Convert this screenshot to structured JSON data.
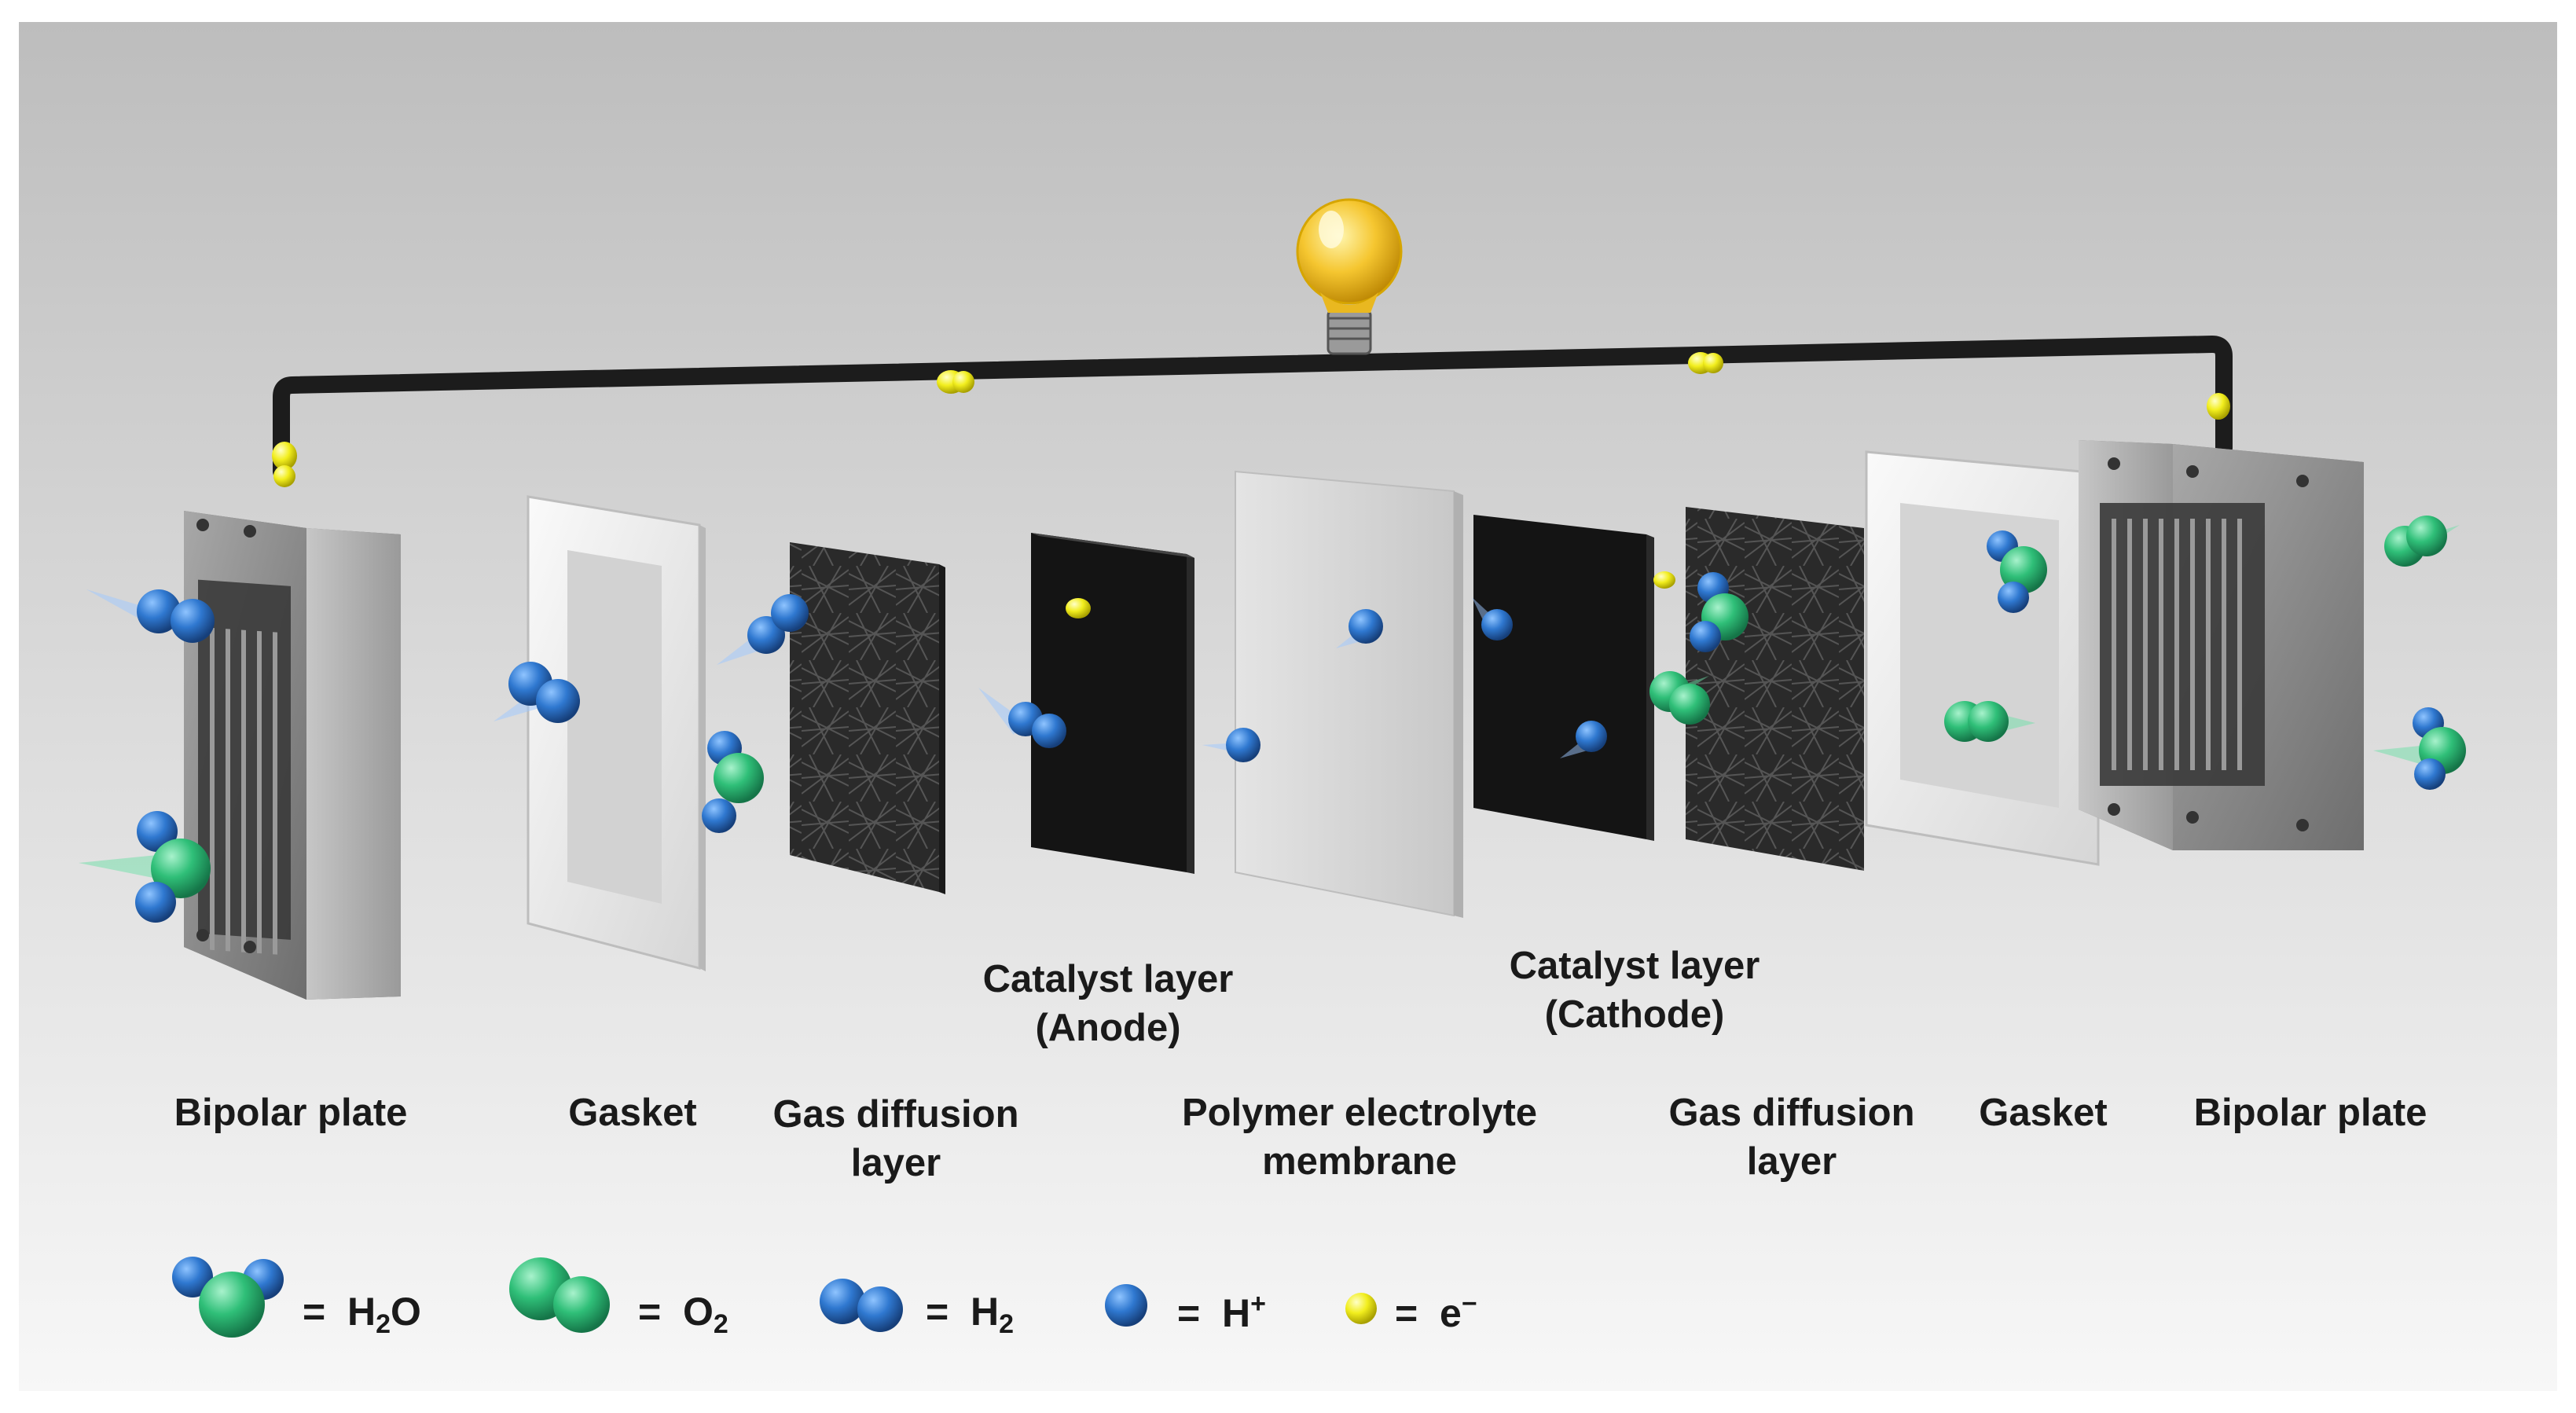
{
  "labels": {
    "bipolar_plate_left": "Bipolar plate",
    "gasket_left": "Gasket",
    "gdl_left": [
      "Gas diffusion",
      "layer"
    ],
    "catalyst_anode": [
      "Catalyst layer",
      "(Anode)"
    ],
    "membrane": [
      "Polymer electrolyte",
      "membrane"
    ],
    "catalyst_cathode": [
      "Catalyst layer",
      "(Cathode)"
    ],
    "gdl_right": [
      "Gas diffusion",
      "layer"
    ],
    "gasket_right": "Gasket",
    "bipolar_plate_right": "Bipolar plate"
  },
  "legend": {
    "eq": "=",
    "h2o": {
      "main": "H",
      "sub": "2",
      "tail": "O"
    },
    "o2": {
      "main": "O",
      "sub": "2"
    },
    "h2": {
      "main": "H",
      "sub": "2"
    },
    "hplus": {
      "main": "H",
      "sup": "+"
    },
    "electron": {
      "main": "e",
      "sup": "−"
    }
  },
  "colors": {
    "hydrogen_blue": "#2f78d0",
    "oxygen_green": "#2fbf78",
    "electron_yellow": "#f2ee1e",
    "wire": "#1c1c1c",
    "plate_metal": "#8c8c8c",
    "catalyst_black": "#141414",
    "membrane_grey": "#dcdcdc",
    "gasket_white": "#ededed"
  },
  "icons": {
    "bulb": "light-bulb-icon",
    "water": "water-molecule-icon",
    "oxygen": "oxygen-molecule-icon",
    "hydrogen": "hydrogen-molecule-icon",
    "proton": "proton-icon",
    "electron": "electron-icon"
  }
}
